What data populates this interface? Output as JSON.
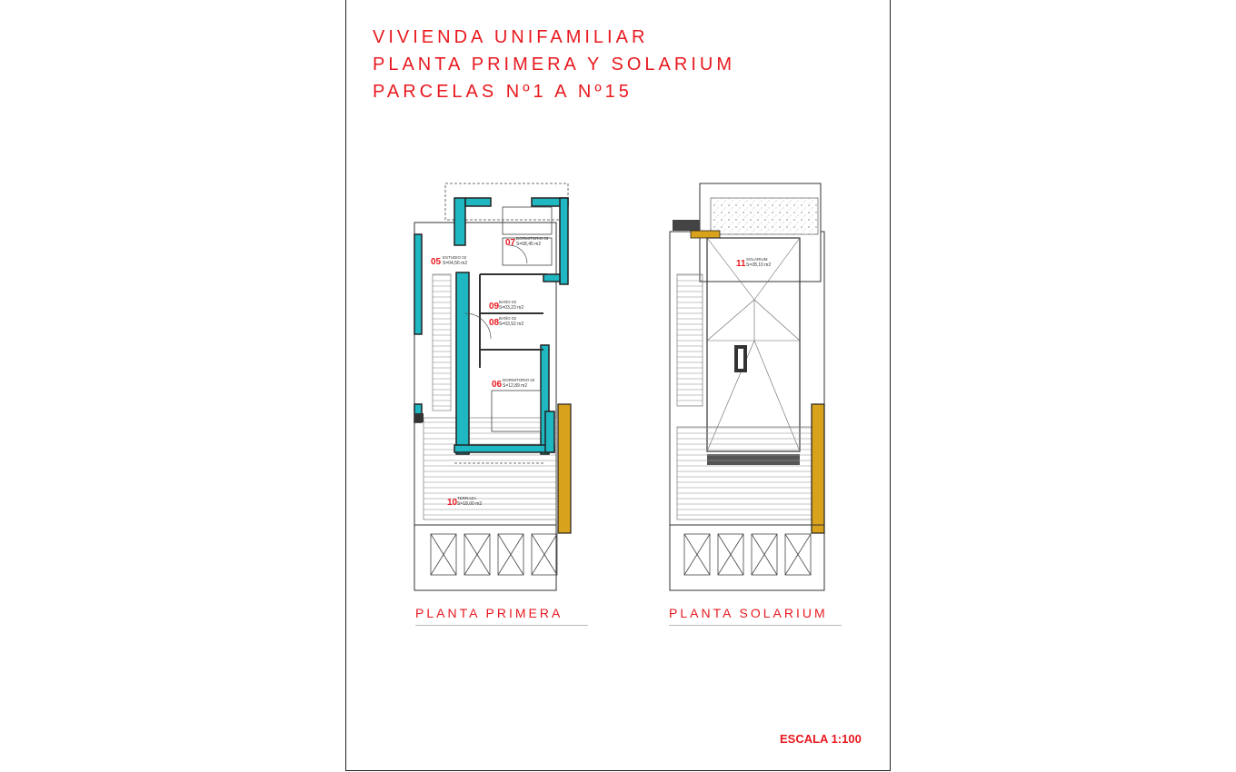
{
  "title": {
    "line1": "VIVIENDA UNIFAMILIAR",
    "line2": "PLANTA PRIMERA Y SOLARIUM",
    "line3": "PARCELAS Nº1 A Nº15"
  },
  "plans": {
    "primera": {
      "label": "PLANTA PRIMERA",
      "rooms": [
        {
          "num": "05",
          "name": "ESTUDIO 02",
          "area": "S=04,56 m2"
        },
        {
          "num": "07",
          "name": "DORMITORIO 03",
          "area": "S=08,45 m2"
        },
        {
          "num": "09",
          "name": "BAÑO 03",
          "area": "S=03,23 m2"
        },
        {
          "num": "08",
          "name": "BAÑO 02",
          "area": "S=03,52 m2"
        },
        {
          "num": "06",
          "name": "DORMITORIO 02",
          "area": "S=12,89 m2"
        },
        {
          "num": "10",
          "name": "TERRAZA",
          "area": "S=18,00 m2"
        }
      ]
    },
    "solarium": {
      "label": "PLANTA SOLARIUM",
      "rooms": [
        {
          "num": "11",
          "name": "SOLARIUM",
          "area": "S=28,10 m2"
        }
      ]
    }
  },
  "scale": "ESCALA 1:100",
  "colors": {
    "accent_red": "#e8191f",
    "wall_teal": "#1fb7c2",
    "wall_dark": "#2b2b2b",
    "timber": "#d9a21c"
  }
}
